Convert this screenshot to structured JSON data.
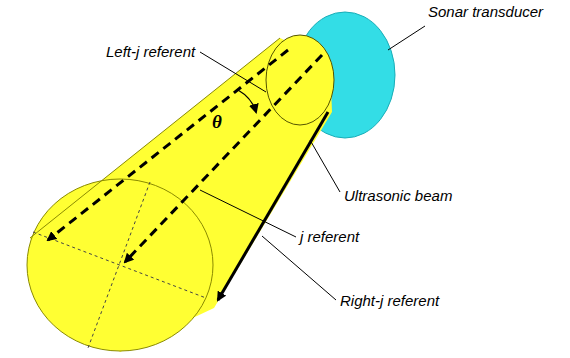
{
  "diagram": {
    "labels": [
      "Sonar transducer",
      "Left-j referent",
      "θ",
      "Ultrasonic beam",
      "j referent",
      "Right-j referent"
    ]
  }
}
